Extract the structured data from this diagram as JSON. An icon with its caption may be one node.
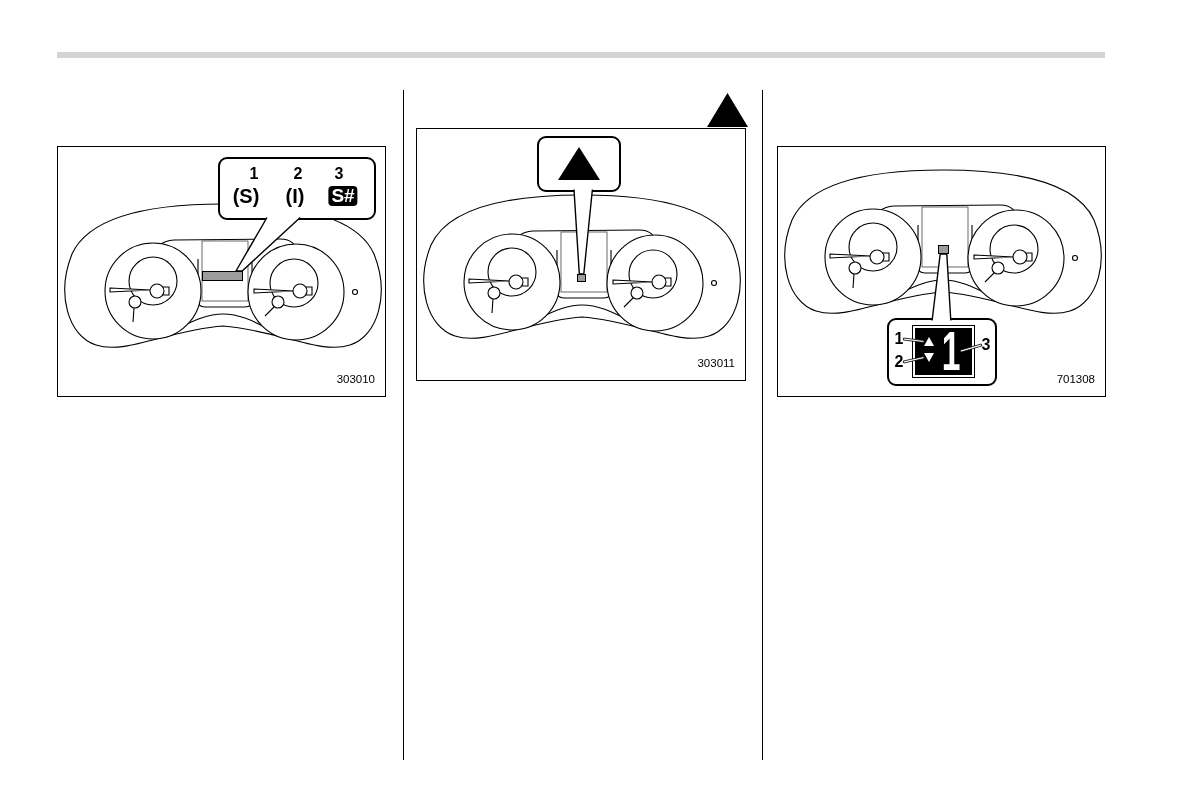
{
  "diagram": {
    "nodes": [
      {
        "text": [
          "303010"
        ]
      },
      {
        "text": [
          "1",
          "2",
          "3",
          "(S)",
          "(I)",
          "S#"
        ],
        "in": 0
      },
      {
        "text": [],
        "shape": "bar",
        "in": 0
      },
      {
        "text": [
          "303011"
        ]
      },
      {
        "text": [],
        "shape": "box",
        "in": 3
      },
      {
        "text": [],
        "shape": "box",
        "in": 3
      },
      {
        "text": [
          "701308"
        ]
      },
      {
        "text": [],
        "shape": "box",
        "in": 6
      },
      {
        "text": [],
        "shape": "box",
        "in": 6
      },
      {
        "text": [
          "1"
        ],
        "in": 8
      },
      {
        "text": [
          "2"
        ],
        "in": 8
      },
      {
        "text": [],
        "shape": "box",
        "in": 8
      },
      {
        "text": [],
        "shape": "triangle",
        "in": 11
      },
      {
        "text": [],
        "shape": "triangle",
        "in": 11
      },
      {
        "text": [
          "1"
        ],
        "in": 11
      },
      {
        "text": [
          "3"
        ],
        "in": 8
      }
    ],
    "edges": [
      {
        "from": 1,
        "to": 2,
        "arrow": "none"
      },
      {
        "from": 4,
        "to": 5,
        "arrow": "none"
      },
      {
        "from": 8,
        "to": 7,
        "arrow": "none"
      },
      {
        "from": 9,
        "to": 12,
        "arrow": "none"
      },
      {
        "from": 10,
        "to": 13,
        "arrow": "none"
      },
      {
        "from": 15,
        "to": 14,
        "arrow": "none"
      }
    ]
  }
}
